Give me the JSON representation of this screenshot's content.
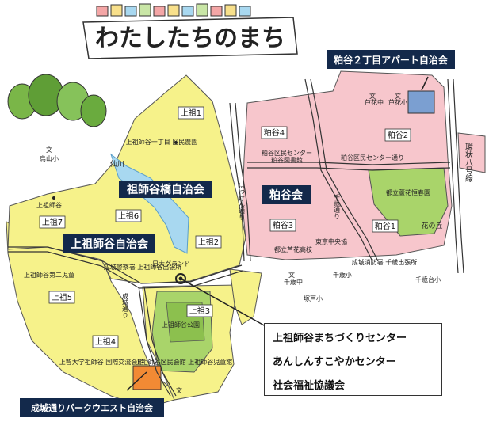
{
  "title": "わたしたちのまち",
  "legend_labels": {
    "soshigayabashi": "祖師谷橋自治会",
    "kamisoshigaya": "上祖師谷自治会",
    "kasuya": "粕谷会",
    "kasuya2_apart": "粕谷２丁目アパート自治会",
    "seijo_park": "成城通りパークウエスト自治会"
  },
  "facilities": {
    "line1": "上祖師谷まちづくりセンター",
    "line2": "あんしんすこやかセンター",
    "line3": "社会福祉協議会"
  },
  "districts": {
    "kamiso1": "上祖1",
    "kamiso2": "上祖2",
    "kamiso3": "上祖3",
    "kamiso4": "上祖4",
    "kamiso5": "上祖5",
    "kamiso6": "上祖6",
    "kamiso7": "上祖7",
    "kasuya1": "粕谷1",
    "kasuya2": "粕谷2",
    "kasuya3": "粕谷3",
    "kasuya4": "粕谷4"
  },
  "places": {
    "karasuyama_es": "烏山小",
    "kamisoshigaya_pc": "上祖師谷",
    "kamiso_clinic": "上祖師谷一丁目\n区民農園",
    "gakuen_seido": "芦花中",
    "roka_es": "芦花小",
    "kasuya_center": "粕谷区民センター",
    "kasuya_library": "粕谷図書館",
    "kasuya_center_st": "粕谷区民センター通り",
    "toritsu_roka": "都立蘆花恒春園",
    "hanano_oka": "花の丘",
    "kamiso_daini": "上祖師谷第二児童",
    "nichidai_ground": "日大グランド",
    "seijo_keisatsu": "成城警察署\n上祖師谷出張所",
    "toritsu_high": "都立芦花高校",
    "tokyo_chuo": "東京中央協",
    "seijo_fire": "成城消防署\n千歳出張所",
    "chitose_es": "千歳中",
    "chitose_es2": "千歳小",
    "kasuga_es": "塚戸小",
    "chitosedai_es": "千歳台小",
    "kamiso_park": "上祖師谷公園",
    "sophia_kokusai": "上智大学祖師谷\n国際交流会館",
    "kamiso_kumin": "上祖師谷区民会館\n上祖師谷児童館",
    "hattsuken_st": "はっけん通り",
    "chitose_st": "千歳通り",
    "seijo_st": "成城通り",
    "kanpachi": "環状八号線",
    "sengawa": "仙川"
  }
}
